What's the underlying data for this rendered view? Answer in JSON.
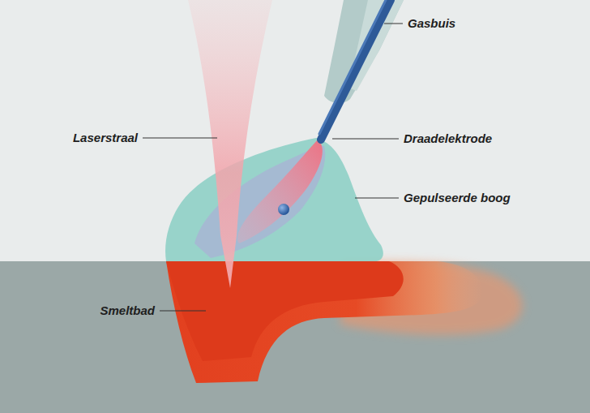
{
  "diagram": {
    "labels": [
      "Gasbuis",
      "Laserstraal",
      "Draadelektrode",
      "Gepulseerde boog",
      "Smeltbad"
    ]
  }
}
